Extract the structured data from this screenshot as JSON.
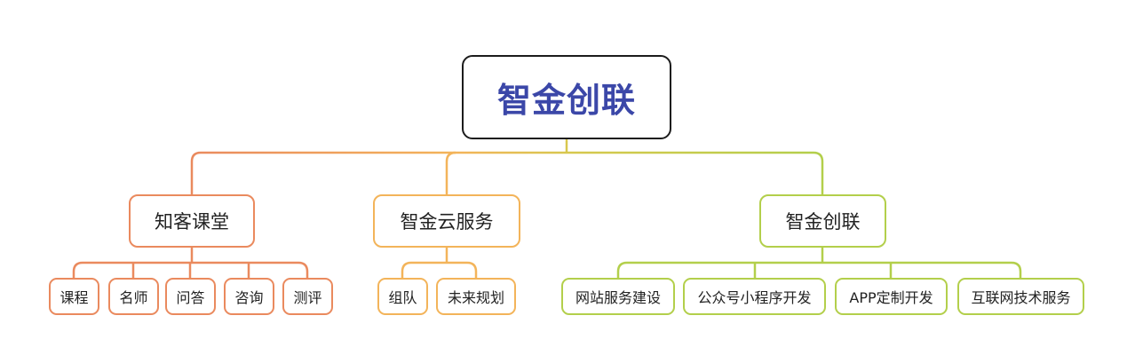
{
  "root": {
    "label": "智金创联"
  },
  "branches": [
    {
      "label": "知客课堂",
      "color": "#ea8a5e",
      "children": [
        "课程",
        "名师",
        "问答",
        "咨询",
        "测评"
      ]
    },
    {
      "label": "智金云服务",
      "color": "#f3b45a",
      "children": [
        "组队",
        "未来规划"
      ]
    },
    {
      "label": "智金创联",
      "color": "#b3cf4b",
      "children": [
        "网站服务建设",
        "公众号小程序开发",
        "APP定制开发",
        "互联网技术服务"
      ]
    }
  ]
}
